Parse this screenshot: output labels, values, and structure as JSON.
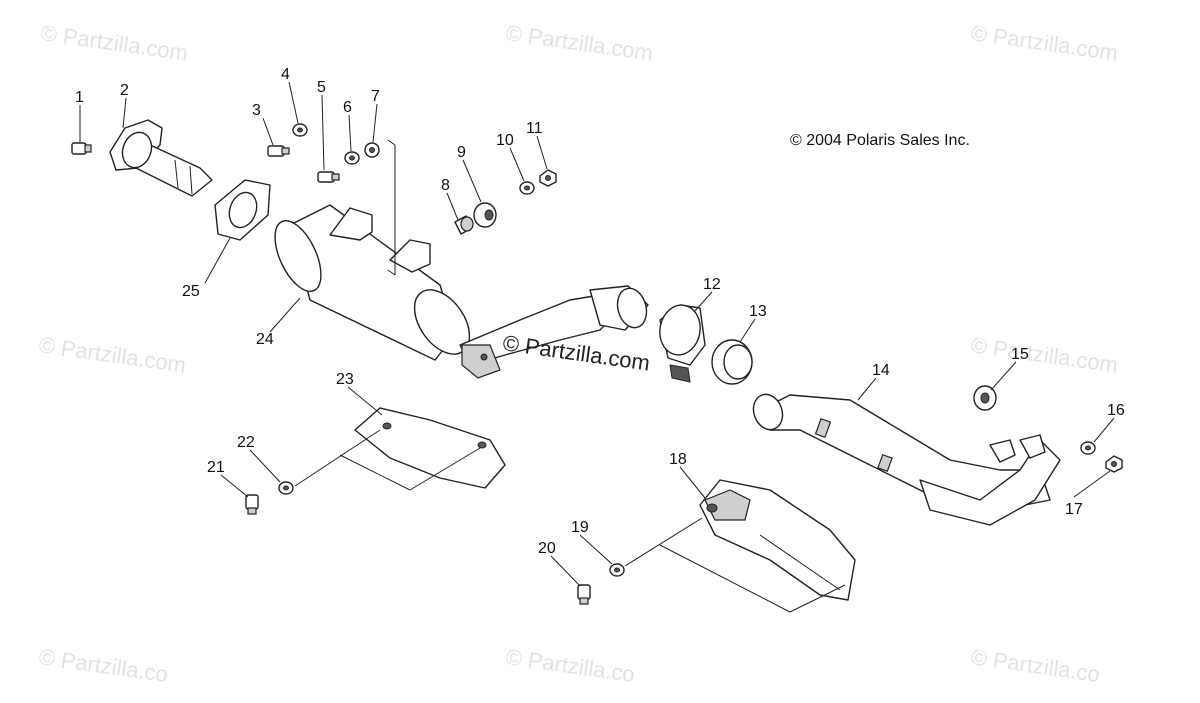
{
  "copyright": "© 2004 Polaris Sales Inc.",
  "watermarks": {
    "corner": "© Partzilla.com",
    "corner_cut": "© Partzilla.co",
    "center": "© Partzilla.com"
  },
  "callouts": [
    "1",
    "2",
    "3",
    "4",
    "5",
    "6",
    "7",
    "8",
    "9",
    "10",
    "11",
    "12",
    "13",
    "14",
    "15",
    "16",
    "17",
    "18",
    "19",
    "20",
    "21",
    "22",
    "23",
    "24",
    "25"
  ]
}
